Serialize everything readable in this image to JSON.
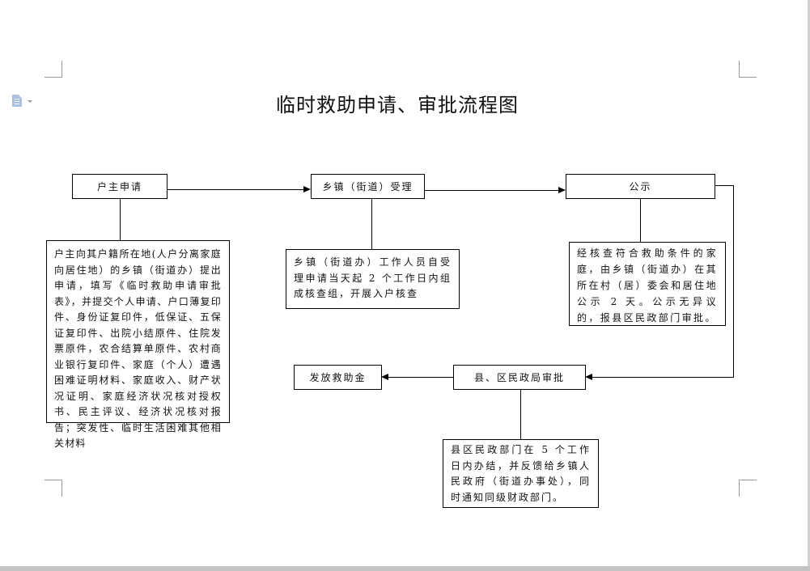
{
  "document": {
    "title": "临时救助申请、审批流程图"
  },
  "toolbar": {
    "doc_icon": "document-icon",
    "dropdown_icon": "chevron-down-icon"
  },
  "flow": {
    "step1": "户主申请",
    "step2": "乡镇（街道）受理",
    "step3": "公示",
    "step4": "县、区民政局审批",
    "step5": "发放救助金",
    "note1": "户主向其户籍所在地(人户分离家庭向居住地）的乡镇（街道办）提出申请，填写《临时救助申请审批表》，并提交个人申请、户口薄复印件、身份证复印件，低保证、五保证复印件、出院小结原件、住院发票原件，农合结算单原件、农村商业银行复印件、家庭（个人）遭遇困难证明材料、家庭收入、财产状况证明、家庭经济状况核对授权书、民主评议、经济状况核对报告；突发性、临时生活困难其他相关材料",
    "note2": "乡镇（街道办）工作人员自受理申请当天起 2 个工作日内组成核查组，开展入户核查",
    "note3": "经核查符合救助条件的家庭，由乡镇（街道办）在其所在村（居）委会和居住地公示 2 天。公示无异议的，报县区民政部门审批。",
    "note4": "县区民政部门在 5 个工作日内办结，并反馈给乡镇人民政府（街道办事处），同时通知同级财政部门。"
  }
}
